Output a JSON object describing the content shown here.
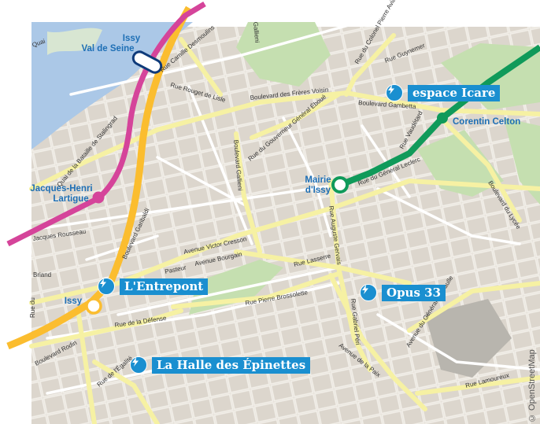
{
  "colors": {
    "accent_blue": "#1a8fd0",
    "line_green": "#109a5a",
    "line_magenta": "#d5449a",
    "line_yellow": "#fbbd2f",
    "water": "#abc8e7",
    "park": "#c5dfb0",
    "ground": "#dcd6cd",
    "road_major": "#f6f1a3"
  },
  "stations": [
    {
      "name": "Issy\nVal de Seine"
    },
    {
      "name": "Jacques-Henri\nLartigue"
    },
    {
      "name": "Issy"
    },
    {
      "name": "Mairie\nd'Issy"
    },
    {
      "name": "Corentin Celton"
    }
  ],
  "venues": [
    {
      "label": "espace Icare",
      "icon": "lightning-bolt-icon"
    },
    {
      "label": "L'Entrepont",
      "icon": "lightning-bolt-icon"
    },
    {
      "label": "Opus 33",
      "icon": "lightning-bolt-icon"
    },
    {
      "label": "La Halle des Épinettes",
      "icon": "lightning-bolt-icon"
    }
  ],
  "streets": [
    "Quai de la Bataille de Stalingrad",
    "Rue Camille Desmoulins",
    "Rue Rouget de Lisle",
    "Boulevard des Frères Voisin",
    "Boulevard Gambetta",
    "Rue du Colonel Pierre Avia",
    "Rue Guynemer",
    "Rue du Gouverneur Général Éboué",
    "Boulevard Gallieni",
    "Rue du Général Leclerc",
    "Rue Auguste Gervais",
    "Boulevard du Lycée",
    "Avenue Victor Cresson",
    "Avenue Bourgain",
    "Rue Lasserre",
    "Rue Pierre Brossolette",
    "Boulevard Garibaldi",
    "Jacques Rousseau",
    "Briand",
    "Rue de la Défense",
    "Boulevard Rodin",
    "Rue de l'Égalité",
    "Avenue de la Paix",
    "Rue Gabriel Péri",
    "Avenue du Général de Gaulle",
    "Rue Lamoureux",
    "Pasteur",
    "Rue Vaudétard",
    "Quai",
    "Rue du",
    "Gallieni"
  ],
  "copyright": "© OpenStreetMap"
}
